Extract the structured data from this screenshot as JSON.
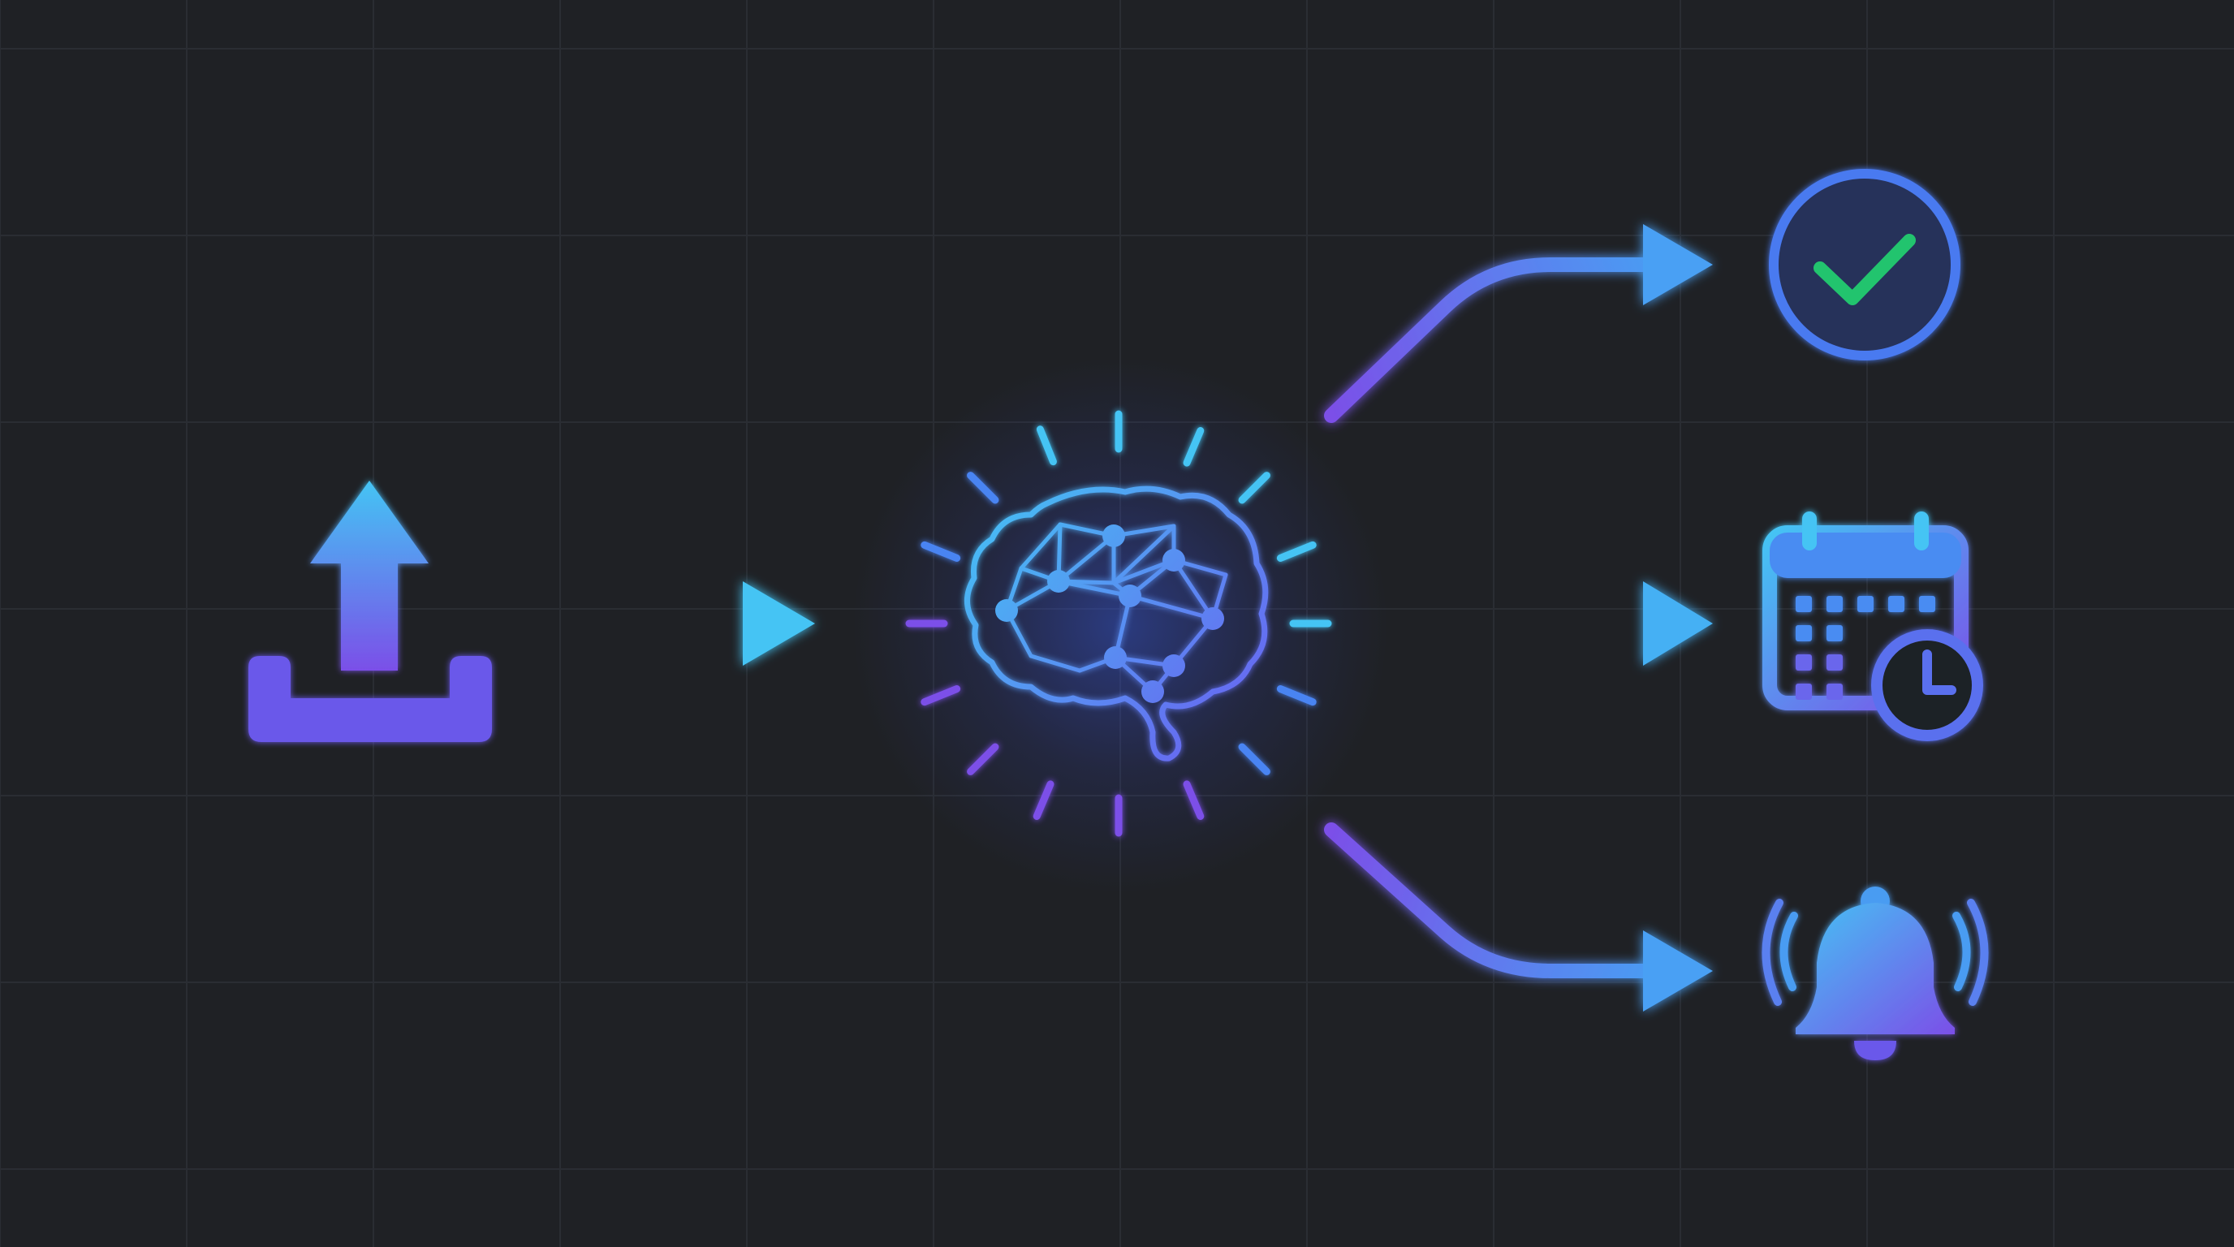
{
  "diagram": {
    "type": "flow",
    "nodes": [
      {
        "id": "upload",
        "icon": "upload-icon"
      },
      {
        "id": "ai",
        "icon": "brain-network-icon"
      },
      {
        "id": "done",
        "icon": "check-circle-icon"
      },
      {
        "id": "schedule",
        "icon": "calendar-clock-icon"
      },
      {
        "id": "alert",
        "icon": "bell-ringing-icon"
      }
    ],
    "edges": [
      {
        "from": "upload",
        "to": "ai"
      },
      {
        "from": "ai",
        "to": "done"
      },
      {
        "from": "ai",
        "to": "schedule"
      },
      {
        "from": "ai",
        "to": "alert"
      }
    ]
  },
  "colors": {
    "background": "#1f2125",
    "grid": "#2a2d33",
    "cyan": "#44c4f4",
    "blue": "#4a84f2",
    "violet": "#7b4fe8",
    "check_green": "#22c46e",
    "check_fill": "#25325a"
  }
}
